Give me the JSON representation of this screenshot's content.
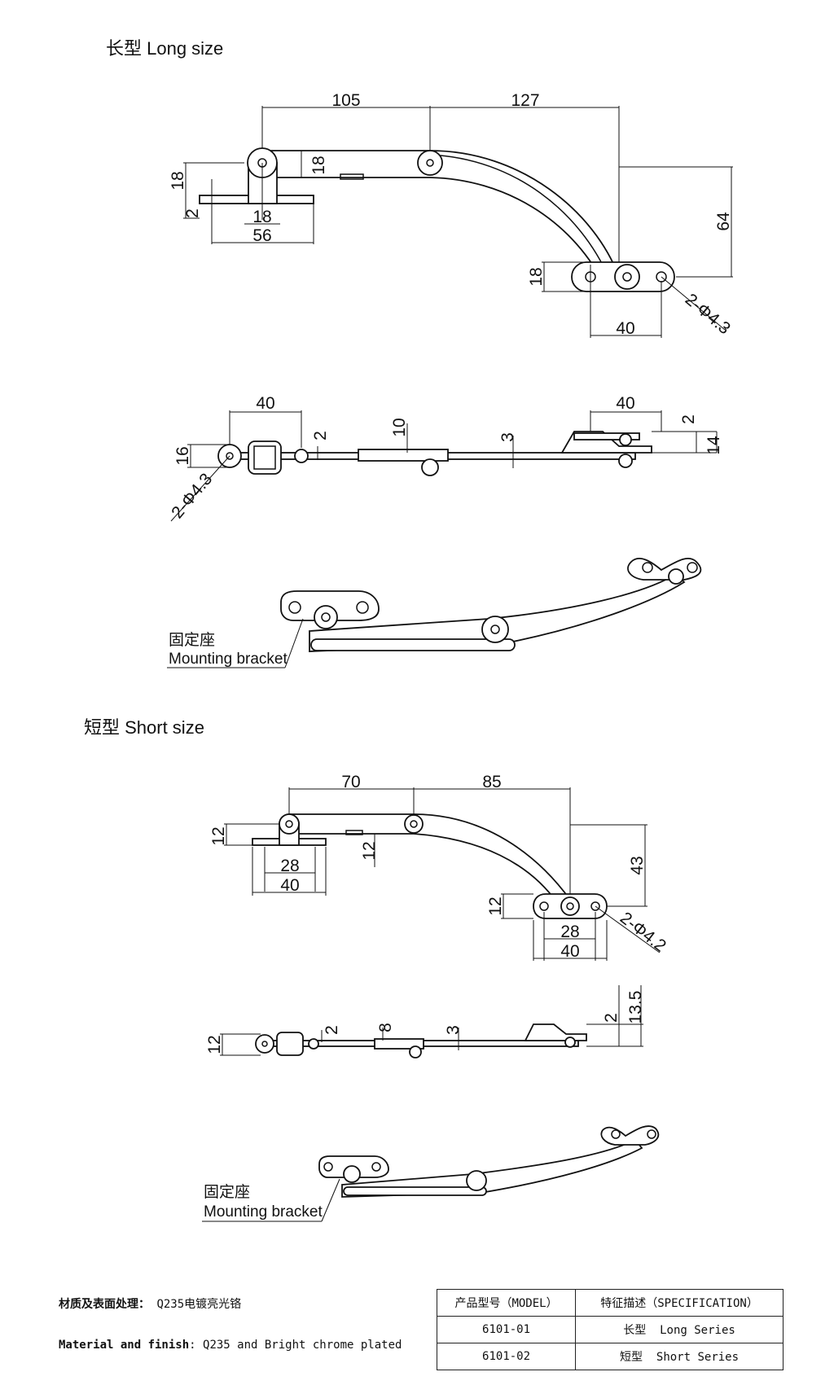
{
  "long_section": {
    "title": "长型 Long size",
    "top_view": {
      "d1": "105",
      "d2": "127",
      "d3": "18",
      "d4": "18",
      "d5": "2",
      "d6": "18",
      "d7": "56",
      "d8": "64",
      "d9": "18",
      "d10": "40",
      "d11": "2-Φ4.3"
    },
    "side_view": {
      "d1": "40",
      "d2": "40",
      "d3": "2",
      "d4": "10",
      "d5": "3",
      "d6": "2",
      "d7": "14",
      "d8": "16",
      "d9": "2-Φ4.3"
    },
    "iso_label_cn": "固定座",
    "iso_label_en": "Mounting bracket"
  },
  "short_section": {
    "title": "短型 Short size",
    "top_view": {
      "d1": "70",
      "d2": "85",
      "d3": "12",
      "d4": "12",
      "d5": "28",
      "d6": "40",
      "d7": "43",
      "d8": "12",
      "d9": "28",
      "d10": "40",
      "d11": "2-Φ4.2"
    },
    "side_view": {
      "d1": "12",
      "d2": "2",
      "d3": "8",
      "d4": "3",
      "d5": "2",
      "d6": "13.5"
    },
    "iso_label_cn": "固定座",
    "iso_label_en": "Mounting bracket"
  },
  "material": {
    "label_cn": "材质及表面处理：",
    "value_cn": "Q235电镀亮光铬",
    "label_en": "Material and finish",
    "value_en": ": Q235 and  Bright chrome plated"
  },
  "spec_table": {
    "headers": [
      "产品型号（MODEL）",
      "特征描述（SPECIFICATION）"
    ],
    "rows": [
      [
        "6101-01",
        "长型  Long Series"
      ],
      [
        "6101-02",
        "短型  Short Series"
      ]
    ]
  }
}
